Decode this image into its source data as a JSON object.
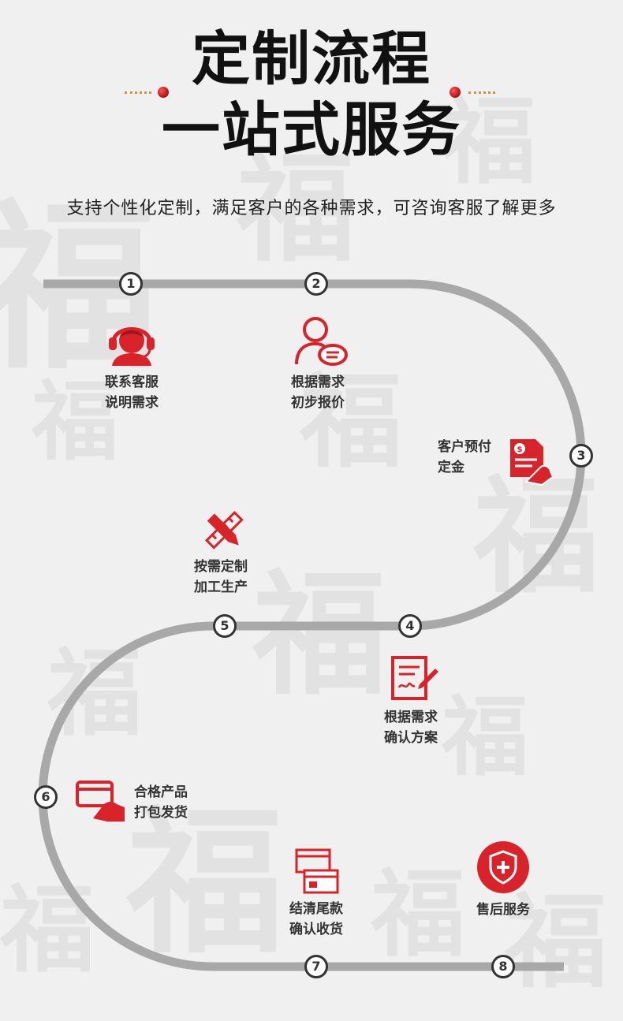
{
  "header": {
    "title_line1": "定制流程",
    "title_line2": "一站式服务",
    "subtitle": "支持个性化定制，满足客户的各种需求，可咨询客服了解更多"
  },
  "background": {
    "glyph": "福"
  },
  "colors": {
    "accent": "#d8232a",
    "track": "#a8a8a8",
    "text": "#333333",
    "gold": "#c9963a"
  },
  "steps": [
    {
      "num": "1",
      "line1": "联系客服",
      "line2": "说明需求",
      "icon": "customer-service-headset-icon"
    },
    {
      "num": "2",
      "line1": "根据需求",
      "line2": "初步报价",
      "icon": "user-chat-icon"
    },
    {
      "num": "3",
      "line1": "客户预付",
      "line2": "定金",
      "icon": "payment-document-icon"
    },
    {
      "num": "4",
      "line1": "根据需求",
      "line2": "确认方案",
      "icon": "contract-sign-icon"
    },
    {
      "num": "5",
      "line1": "按需定制",
      "line2": "加工生产",
      "icon": "pencil-ruler-icon"
    },
    {
      "num": "6",
      "line1": "合格产品",
      "line2": "打包发货",
      "icon": "card-hand-icon"
    },
    {
      "num": "7",
      "line1": "结清尾款",
      "line2": "确认收货",
      "icon": "bank-cards-icon"
    },
    {
      "num": "8",
      "line1": "售后服务",
      "icon": "shield-plus-icon"
    }
  ]
}
